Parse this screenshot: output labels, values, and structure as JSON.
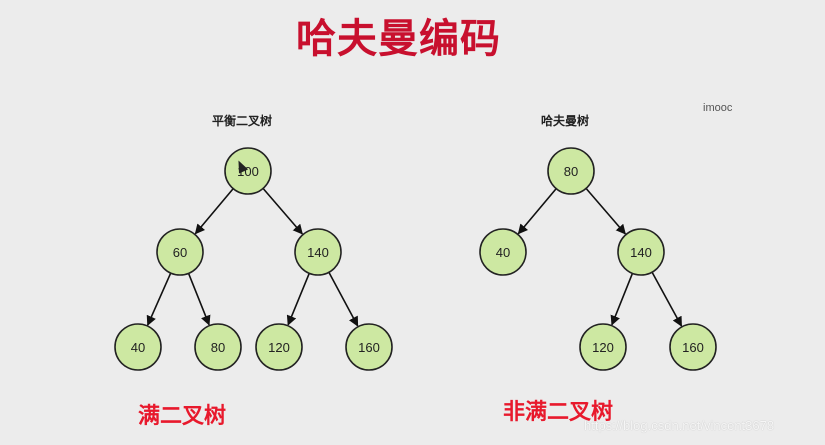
{
  "title": "哈夫曼编码",
  "watermark_corner": "imooc",
  "watermark_url": "https://blog.csdn.net/vincent3678",
  "colors": {
    "node_fill": "#cde8a2",
    "node_stroke": "#222222",
    "title": "#c8102e",
    "caption": "#e8192c"
  },
  "trees": [
    {
      "label": "平衡二叉树",
      "caption": "满二叉树",
      "nodes": [
        {
          "id": "a",
          "text": "100"
        },
        {
          "id": "b",
          "text": "60"
        },
        {
          "id": "c",
          "text": "140"
        },
        {
          "id": "d",
          "text": "40"
        },
        {
          "id": "e",
          "text": "80"
        },
        {
          "id": "f",
          "text": "120"
        },
        {
          "id": "g",
          "text": "160"
        }
      ],
      "edges": [
        [
          "a",
          "b"
        ],
        [
          "a",
          "c"
        ],
        [
          "b",
          "d"
        ],
        [
          "b",
          "e"
        ],
        [
          "c",
          "f"
        ],
        [
          "c",
          "g"
        ]
      ]
    },
    {
      "label": "哈夫曼树",
      "caption": "非满二叉树",
      "nodes": [
        {
          "id": "a",
          "text": "80"
        },
        {
          "id": "b",
          "text": "40"
        },
        {
          "id": "c",
          "text": "140"
        },
        {
          "id": "d",
          "text": "120"
        },
        {
          "id": "e",
          "text": "160"
        }
      ],
      "edges": [
        [
          "a",
          "b"
        ],
        [
          "a",
          "c"
        ],
        [
          "c",
          "d"
        ],
        [
          "c",
          "e"
        ]
      ]
    }
  ]
}
